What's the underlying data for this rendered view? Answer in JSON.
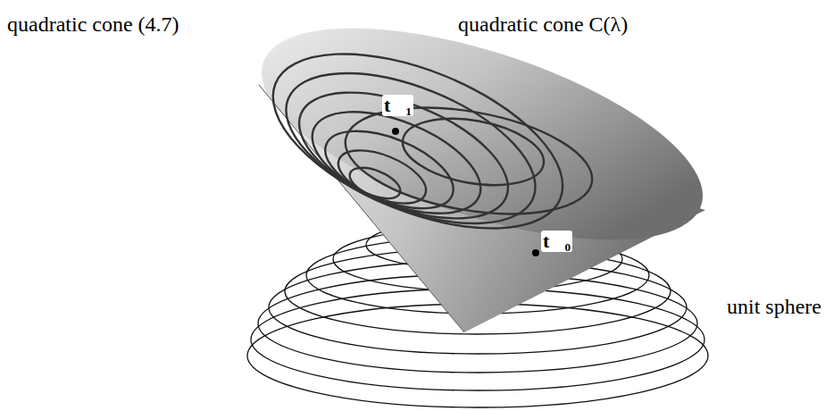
{
  "diagram": {
    "labels": [
      "quadratic cone (4.7)",
      "quadratic cone C(λ)",
      "t⃗₁",
      "t⃗₀",
      "unit sphere"
    ]
  }
}
